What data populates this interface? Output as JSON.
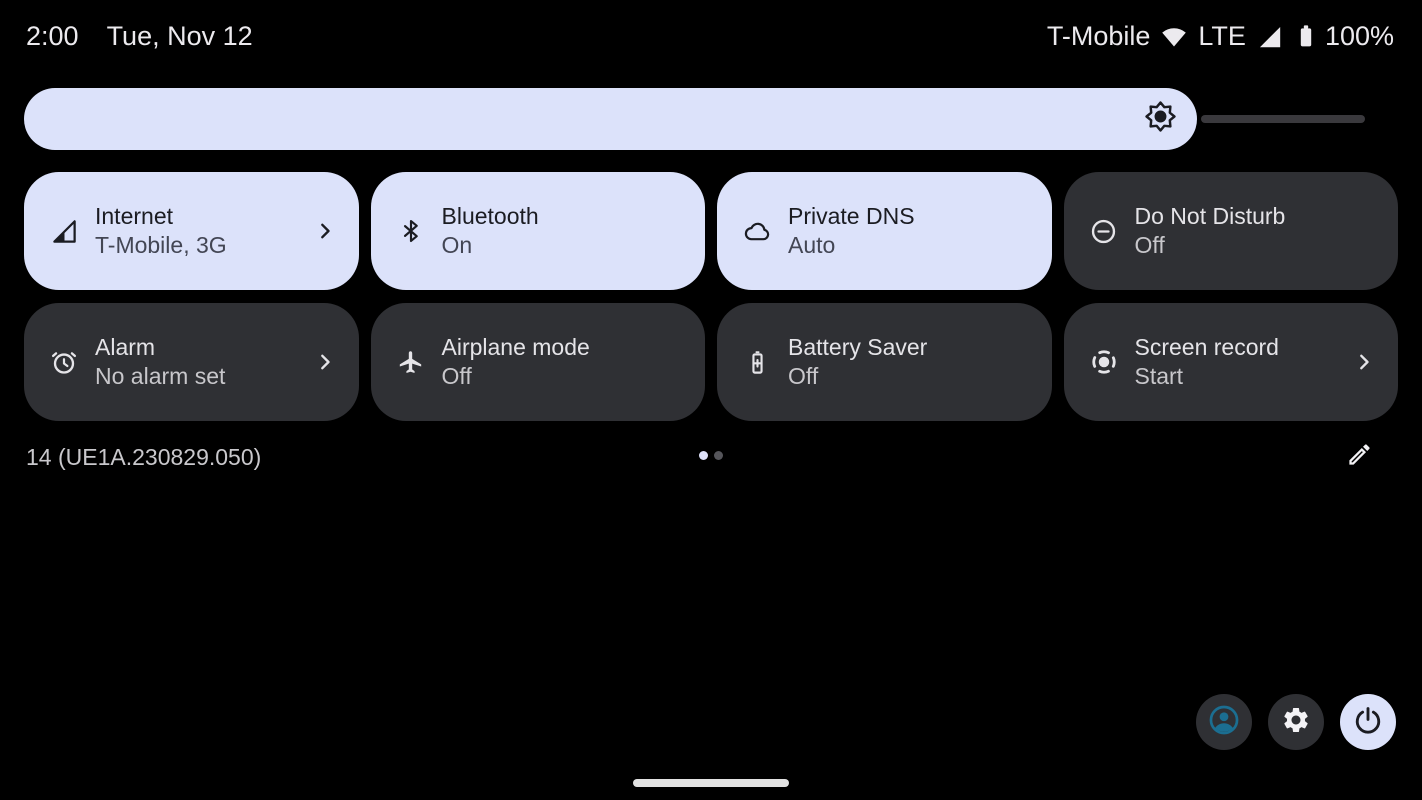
{
  "status_bar": {
    "time": "2:00",
    "date": "Tue, Nov 12",
    "carrier": "T-Mobile",
    "network_type": "LTE",
    "battery_percent": "100%"
  },
  "brightness": {
    "level_percent": 87.5
  },
  "tiles": [
    {
      "label": "Internet",
      "status": "T-Mobile, 3G",
      "icon": "cellular-signal-icon",
      "active": true,
      "has_chevron": true
    },
    {
      "label": "Bluetooth",
      "status": "On",
      "icon": "bluetooth-icon",
      "active": true,
      "has_chevron": false
    },
    {
      "label": "Private DNS",
      "status": "Auto",
      "icon": "cloud-icon",
      "active": true,
      "has_chevron": false
    },
    {
      "label": "Do Not Disturb",
      "status": "Off",
      "icon": "do-not-disturb-icon",
      "active": false,
      "has_chevron": false
    },
    {
      "label": "Alarm",
      "status": "No alarm set",
      "icon": "alarm-clock-icon",
      "active": false,
      "has_chevron": true
    },
    {
      "label": "Airplane mode",
      "status": "Off",
      "icon": "airplane-icon",
      "active": false,
      "has_chevron": false
    },
    {
      "label": "Battery Saver",
      "status": "Off",
      "icon": "battery-saver-icon",
      "active": false,
      "has_chevron": false
    },
    {
      "label": "Screen record",
      "status": "Start",
      "icon": "screen-record-icon",
      "active": false,
      "has_chevron": true
    }
  ],
  "footer": {
    "build_number": "14 (UE1A.230829.050)",
    "pages": 2,
    "active_page": 1
  },
  "colors": {
    "accent_light": "#dce2fa",
    "tile_inactive": "#2f3034",
    "background": "#000000",
    "user_icon_teal": "#1b6e91"
  }
}
